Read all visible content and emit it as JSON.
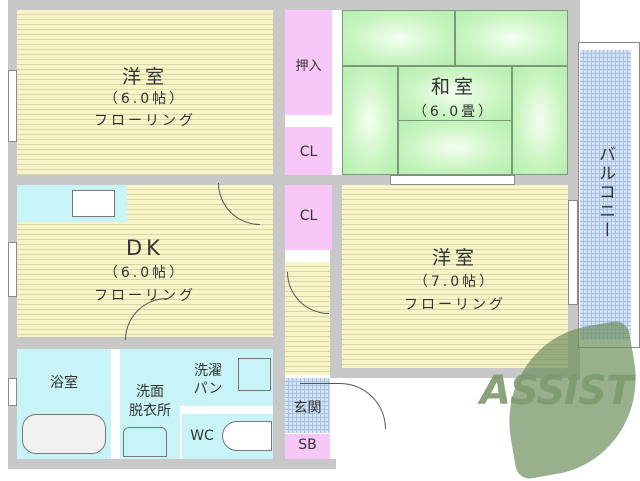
{
  "floorplan": {
    "rooms": [
      {
        "id": "western-room-1",
        "name": "洋室",
        "size": "（6.0帖）",
        "floor": "フローリング"
      },
      {
        "id": "japanese-room",
        "name": "和室",
        "size": "（6.0畳）"
      },
      {
        "id": "dining-kitchen",
        "name": "DK",
        "size": "（6.0帖）",
        "floor": "フローリング"
      },
      {
        "id": "western-room-2",
        "name": "洋室",
        "size": "（7.0帖）",
        "floor": "フローリング"
      },
      {
        "id": "bathroom",
        "name": "浴室"
      },
      {
        "id": "washroom",
        "name": "洗面\n脱衣所",
        "line1": "洗面",
        "line2": "脱衣所"
      },
      {
        "id": "laundry-pan",
        "name": "洗濯パン",
        "line1": "洗濯",
        "line2": "パン"
      },
      {
        "id": "toilet",
        "name": "WC"
      },
      {
        "id": "entrance",
        "name": "玄関"
      },
      {
        "id": "shoe-box",
        "name": "SB"
      }
    ],
    "storage": {
      "oshiire": "押入",
      "closet1": "CL",
      "closet2": "CL"
    },
    "balcony": "バルコニー"
  },
  "watermark": {
    "text": "ASSIST",
    "colors": {
      "leaf": "#6e8f5c",
      "letters": "#ffffff",
      "accent": "#b05050"
    }
  },
  "colors": {
    "wall": "#c8c8c8",
    "flooring": "#f7f5c8",
    "tatami": "#c8f4c0",
    "storage": "#f7c8f7",
    "wet_area": "#c8f4f7",
    "tile": "#d4e4f7"
  }
}
